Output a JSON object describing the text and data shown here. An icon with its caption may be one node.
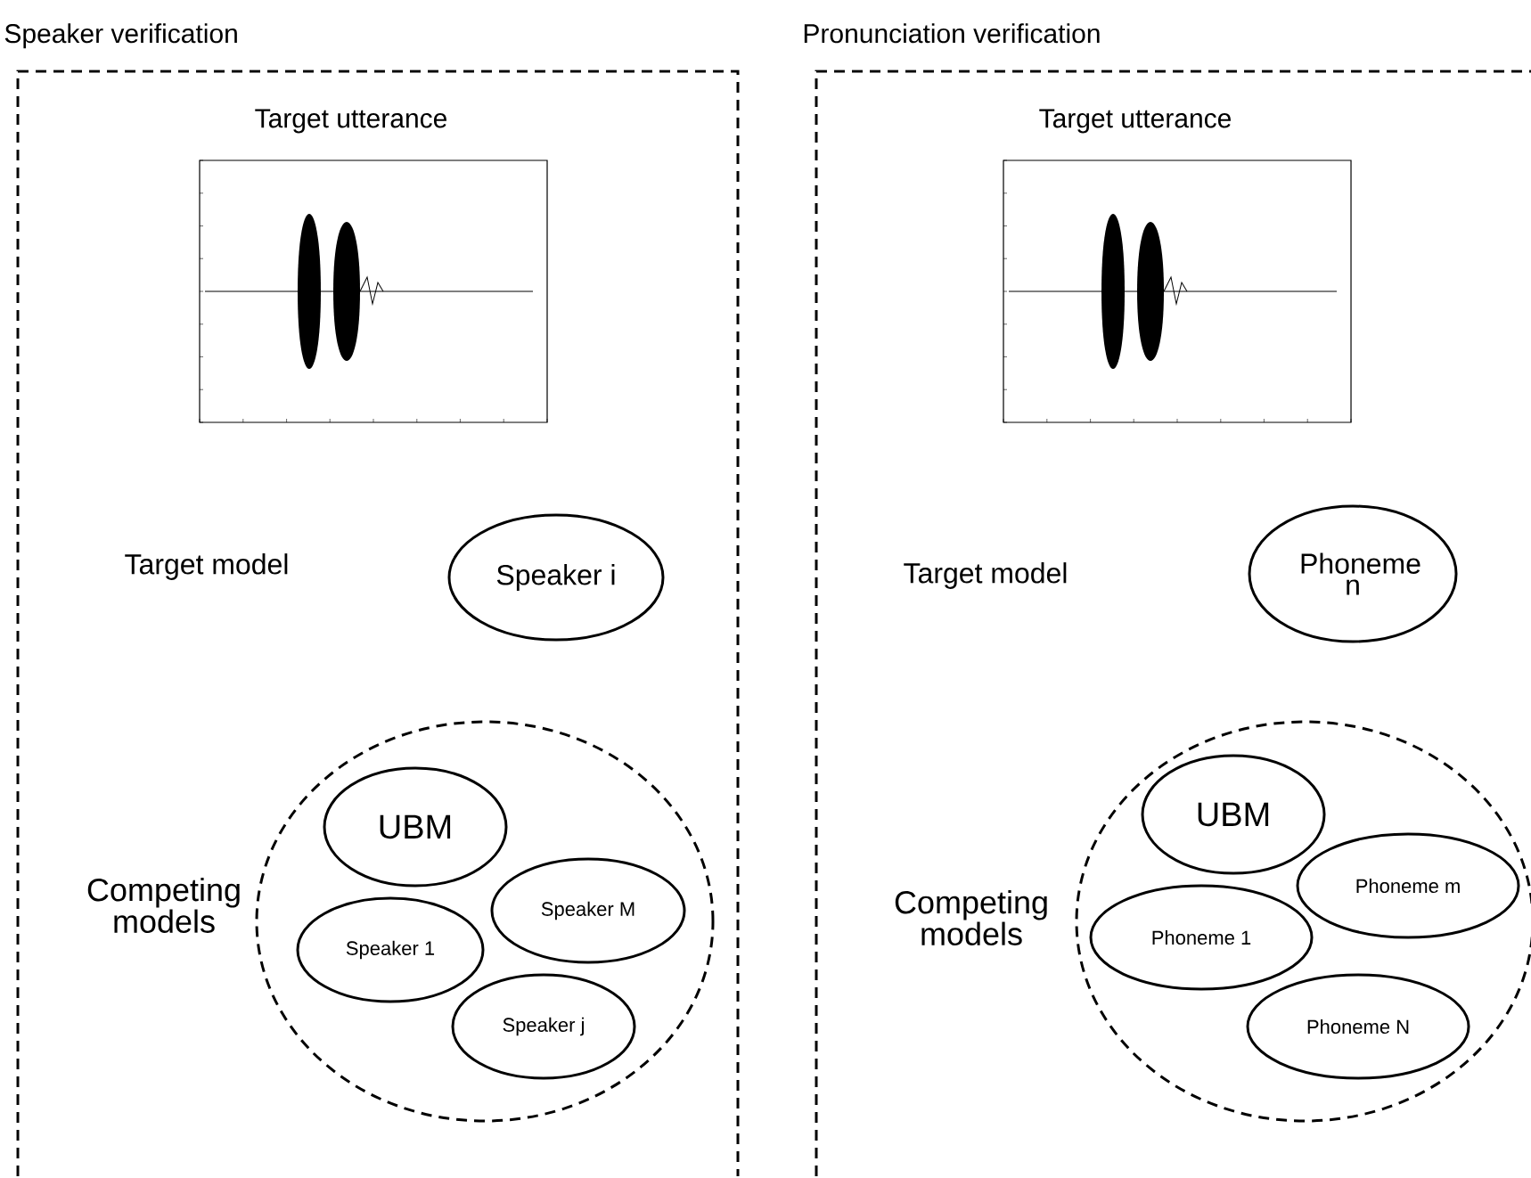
{
  "diagram": {
    "nodes": [
      {
        "text": [
          "Speaker verification"
        ]
      },
      {
        "text": [
          "Speaker i"
        ],
        "in": 0
      },
      {
        "text": [],
        "shape": "circle",
        "in": 0
      },
      {
        "text": [
          "UBM"
        ],
        "in": 2
      },
      {
        "text": [
          "Speaker M"
        ],
        "in": 2
      },
      {
        "text": [
          "Speaker 1"
        ],
        "in": 2
      },
      {
        "text": [
          "Speaker j"
        ],
        "in": 2
      },
      {
        "text": [
          "Pronunciation verification"
        ]
      },
      {
        "text": [
          "Phoneme n"
        ],
        "in": 7
      },
      {
        "text": [],
        "shape": "circle",
        "in": 7
      },
      {
        "text": [
          "UBM"
        ],
        "in": 9
      },
      {
        "text": [
          "Phoneme m"
        ],
        "in": 9
      },
      {
        "text": [
          "Phoneme 1"
        ],
        "in": 9
      },
      {
        "text": [
          "Phoneme N"
        ],
        "in": 9
      }
    ],
    "labels": [
      "Target utterance",
      "Target utterance",
      "Target model",
      "Target model",
      "Competing models",
      "Competing models"
    ]
  }
}
